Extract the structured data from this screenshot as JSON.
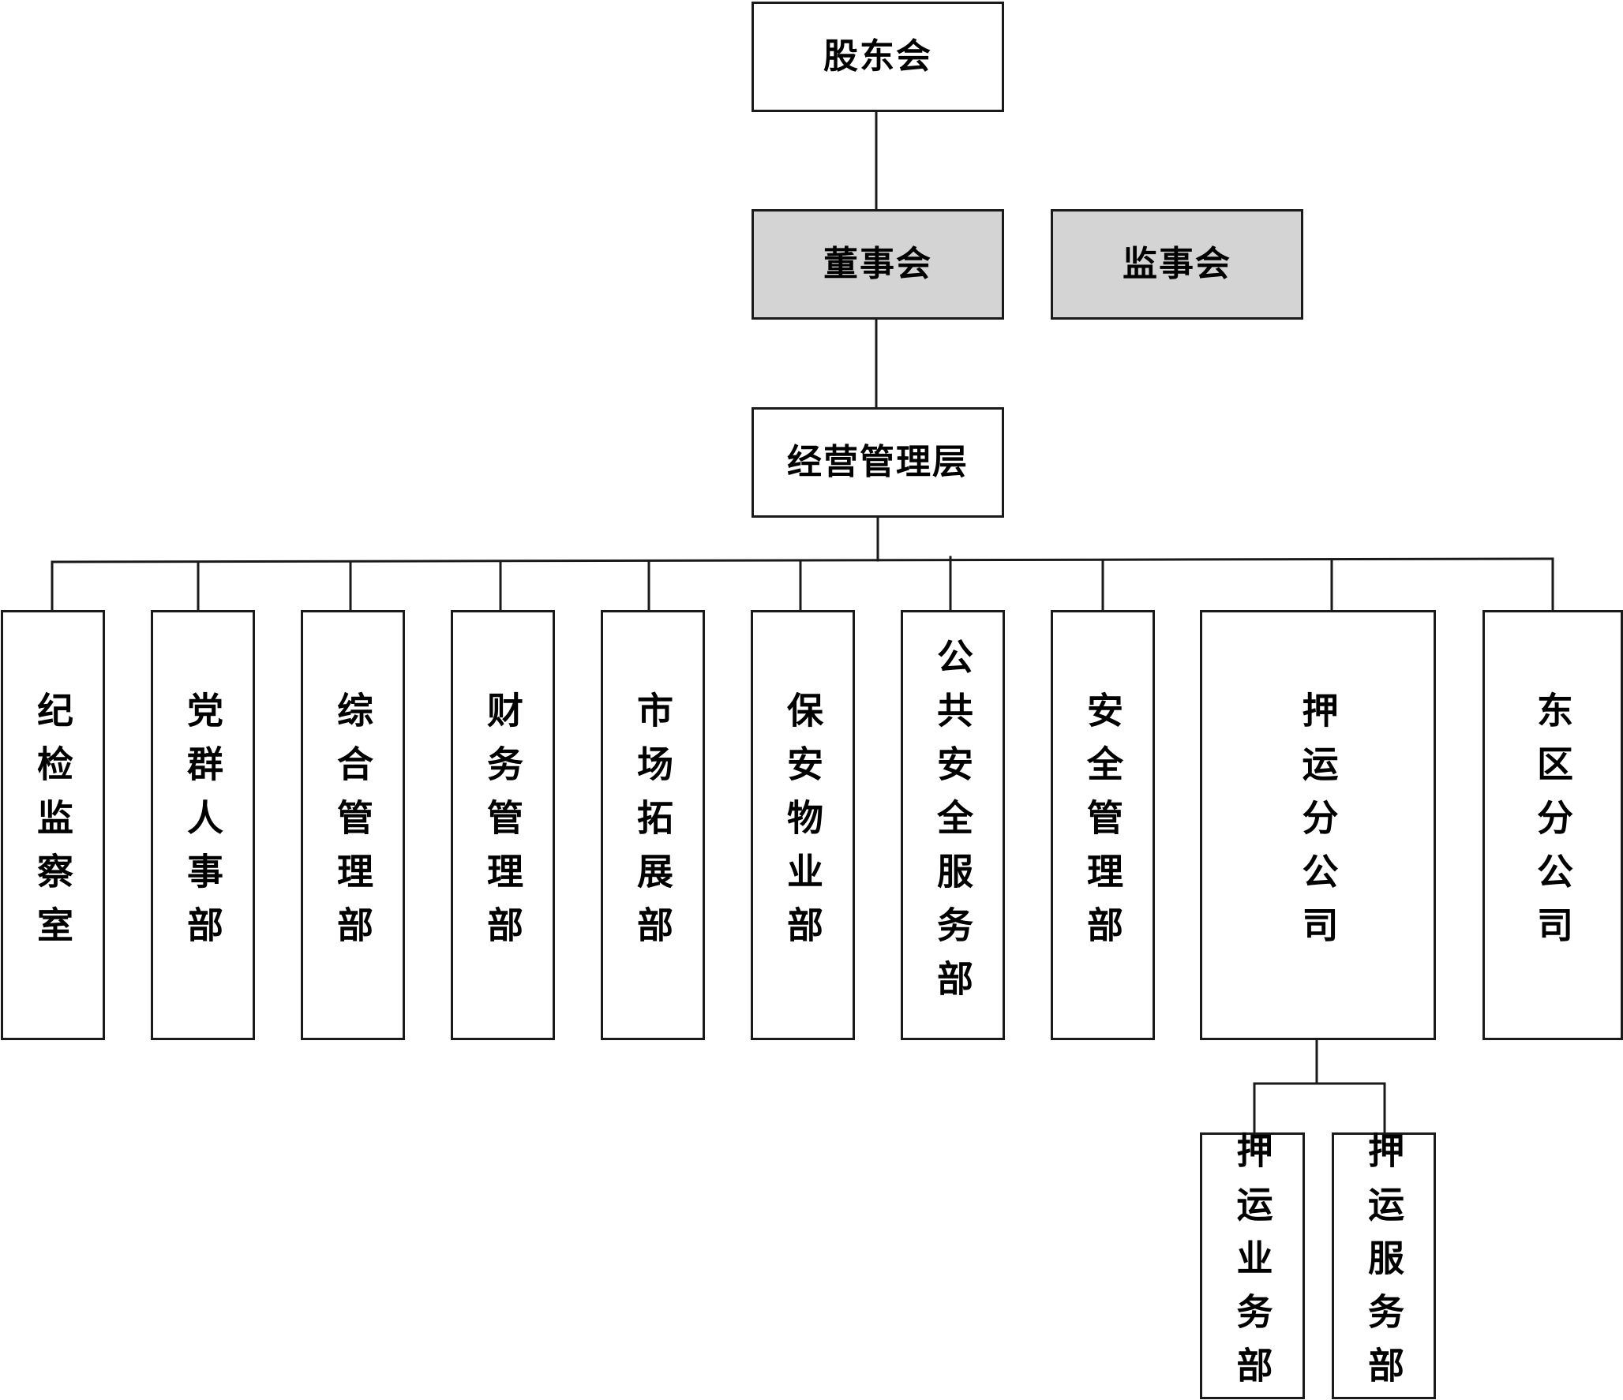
{
  "org": {
    "shareholders": "股东会",
    "board": "董事会",
    "supervisors": "监事会",
    "management": "经营管理层",
    "departments": [
      "纪检监察室",
      "党群人事部",
      "综合管理部",
      "财务管理部",
      "市场拓展部",
      "保安物业部",
      "公共安全服务部",
      "安全管理部",
      "押运分公司",
      "东区分公司"
    ],
    "escort_subunits": [
      "押运业务部",
      "押运服务部"
    ]
  },
  "colors": {
    "line": "#1a1a1a",
    "shaded_box": "#d4d4d4",
    "box": "#ffffff"
  }
}
